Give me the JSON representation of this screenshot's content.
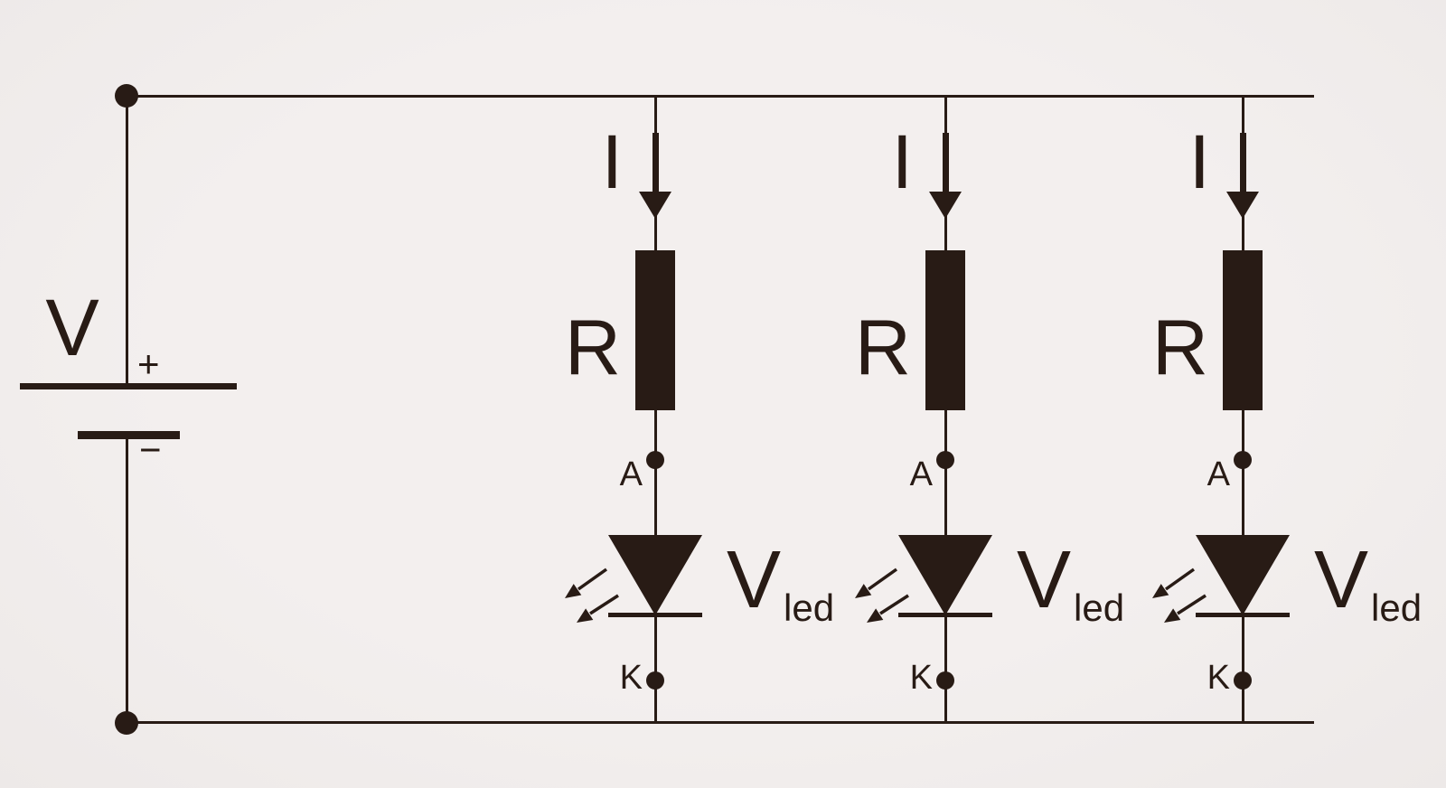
{
  "colors": {
    "background": "#f2eeed",
    "ink": "#281b15"
  },
  "source": {
    "label": "V",
    "positive_sign": "+",
    "negative_sign": "−"
  },
  "branches": [
    {
      "current_label": "I",
      "resistor_label": "R",
      "anode_label": "A",
      "cathode_label": "K",
      "led_voltage_label": "V",
      "led_voltage_subscript": "led"
    },
    {
      "current_label": "I",
      "resistor_label": "R",
      "anode_label": "A",
      "cathode_label": "K",
      "led_voltage_label": "V",
      "led_voltage_subscript": "led"
    },
    {
      "current_label": "I",
      "resistor_label": "R",
      "anode_label": "A",
      "cathode_label": "K",
      "led_voltage_label": "V",
      "led_voltage_subscript": "led"
    }
  ]
}
